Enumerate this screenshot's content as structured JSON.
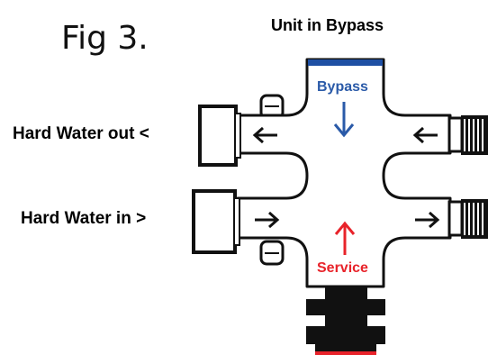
{
  "figure": {
    "fig_label": "Fig 3.",
    "title": "Unit in Bypass"
  },
  "ports": {
    "out_label": "Hard Water out <",
    "in_label": "Hard Water in >"
  },
  "flow": {
    "bypass_label": "Bypass",
    "service_label": "Service"
  },
  "colors": {
    "bypass": "#2a5aa8",
    "service": "#e8232a",
    "outline": "#111111",
    "top_bar": "#1e4fa3",
    "bottom_strip": "#e8232a"
  },
  "icons": {
    "bypass_arrow": "arrow-down-icon",
    "service_arrow": "arrow-up-icon",
    "left_top_arrow": "arrow-left-icon",
    "left_bottom_arrow": "arrow-right-icon",
    "right_top_arrow": "arrow-left-icon",
    "right_bottom_arrow": "arrow-right-icon"
  }
}
